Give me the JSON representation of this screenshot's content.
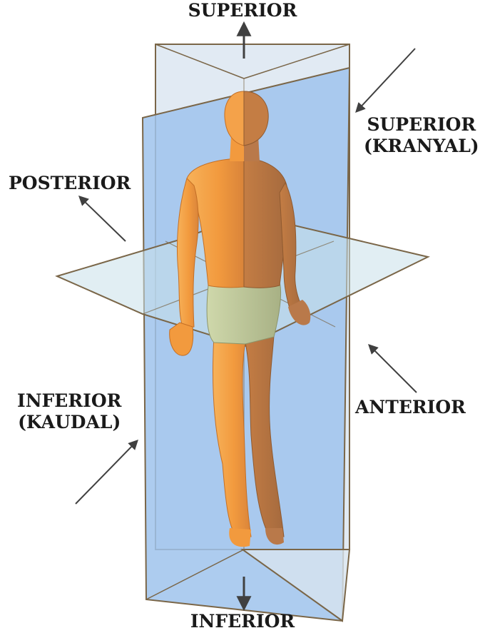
{
  "labels": {
    "superior_top": "SUPERIOR",
    "superior_kranyal_line1": "SUPERIOR",
    "superior_kranyal_line2": "(KRANYAL)",
    "posterior": "POSTERIOR",
    "inferior_kaudal_line1": "INFERIOR",
    "inferior_kaudal_line2": "(KAUDAL)",
    "anterior": "ANTERIOR",
    "inferior_bottom": "INFERIOR"
  },
  "colors": {
    "sagittal_plane": "#9fc3ec",
    "frontal_plane": "#d7e3ef",
    "transverse_plane": "#c9e0ea",
    "plane_edge": "#7a6648",
    "body_skin": "#f4a24a",
    "body_shadow": "#b9794a",
    "shorts": "#bcc99a",
    "arrow": "#404040"
  }
}
